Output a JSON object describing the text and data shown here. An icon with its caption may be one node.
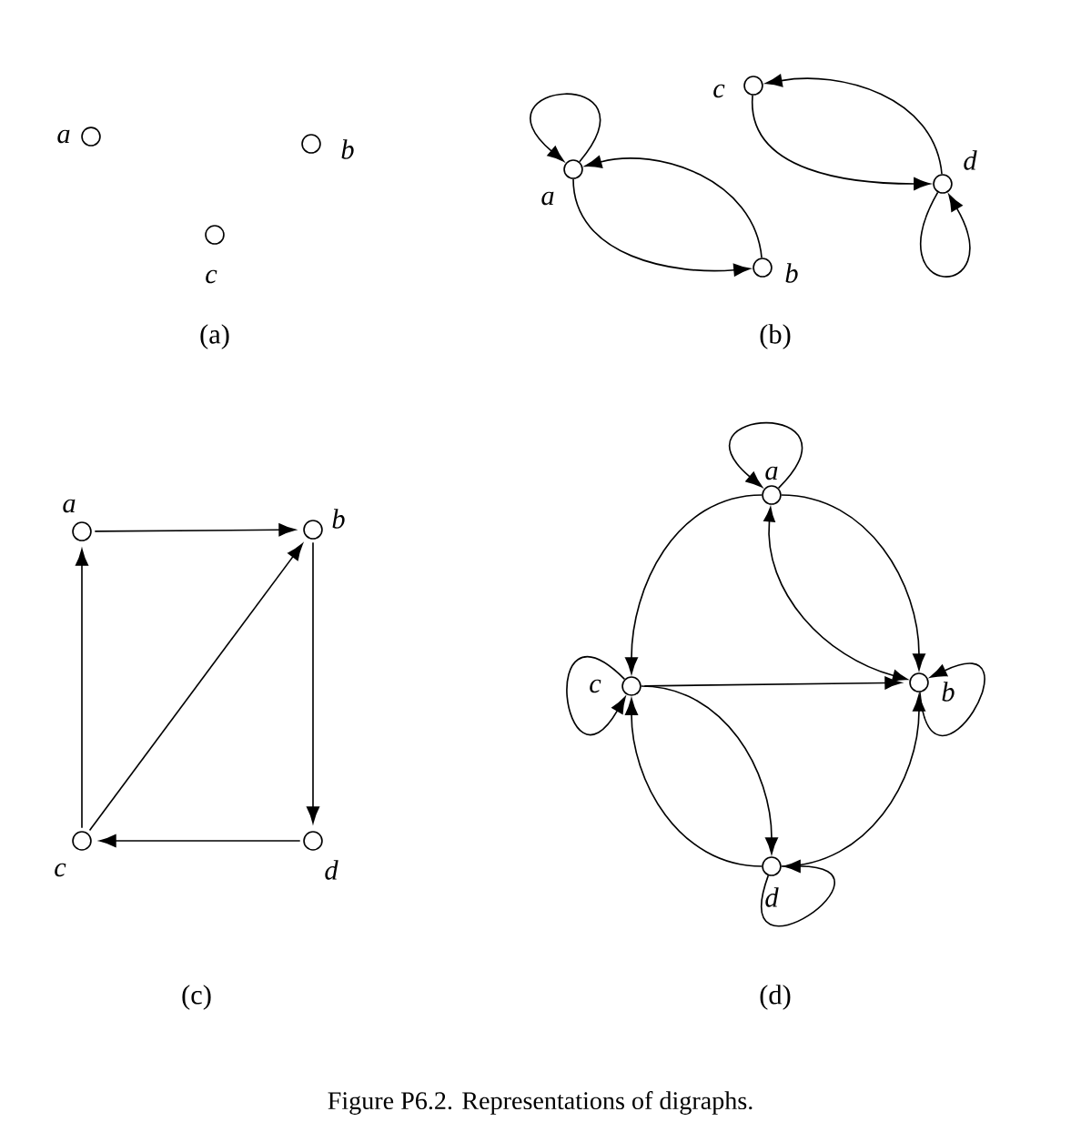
{
  "diagram": {
    "caption": "Figure P6.2.    Representations of digraphs.",
    "nodes": [
      {
        "text": [],
        "shape": "circle",
        "beside": [
          "a"
        ]
      },
      {
        "text": [],
        "shape": "circle",
        "beside": [
          "b"
        ]
      },
      {
        "text": [],
        "shape": "circle",
        "beside": [
          "c"
        ]
      },
      {
        "text": [],
        "shape": "circle",
        "beside": [
          "a"
        ]
      },
      {
        "text": [],
        "shape": "circle",
        "beside": [
          "b"
        ]
      },
      {
        "text": [],
        "shape": "circle",
        "beside": [
          "c"
        ]
      },
      {
        "text": [],
        "shape": "circle",
        "beside": [
          "d"
        ]
      },
      {
        "text": [],
        "shape": "circle",
        "beside": [
          "a"
        ]
      },
      {
        "text": [],
        "shape": "circle",
        "beside": [
          "b"
        ]
      },
      {
        "text": [],
        "shape": "circle",
        "beside": [
          "c"
        ]
      },
      {
        "text": [],
        "shape": "circle",
        "beside": [
          "d"
        ]
      },
      {
        "text": [],
        "shape": "circle",
        "beside": [
          "a"
        ]
      },
      {
        "text": [],
        "shape": "circle",
        "beside": [
          "b"
        ]
      },
      {
        "text": [],
        "shape": "circle",
        "beside": [
          "c"
        ]
      },
      {
        "text": [],
        "shape": "circle",
        "beside": [
          "d"
        ]
      }
    ],
    "edges": [
      {
        "from": 3,
        "to": 3,
        "arrow": "to"
      },
      {
        "from": 4,
        "to": 3,
        "arrow": "to"
      },
      {
        "from": 3,
        "to": 4,
        "arrow": "to"
      },
      {
        "from": 6,
        "to": 5,
        "arrow": "to"
      },
      {
        "from": 5,
        "to": 6,
        "arrow": "to"
      },
      {
        "from": 6,
        "to": 6,
        "arrow": "to"
      },
      {
        "from": 7,
        "to": 8,
        "arrow": "to"
      },
      {
        "from": 9,
        "to": 7,
        "arrow": "to"
      },
      {
        "from": 9,
        "to": 8,
        "arrow": "to"
      },
      {
        "from": 8,
        "to": 10,
        "arrow": "to"
      },
      {
        "from": 10,
        "to": 9,
        "arrow": "to"
      },
      {
        "from": 11,
        "to": 11,
        "arrow": "to"
      },
      {
        "from": 11,
        "to": 13,
        "arrow": "to"
      },
      {
        "from": 11,
        "to": 12,
        "arrow": "to"
      },
      {
        "from": 11,
        "to": 12,
        "arrow": "both"
      },
      {
        "from": 12,
        "to": 12,
        "arrow": "to"
      },
      {
        "from": 13,
        "to": 13,
        "arrow": "to"
      },
      {
        "from": 13,
        "to": 12,
        "arrow": "to"
      },
      {
        "from": 13,
        "to": 14,
        "arrow": "to"
      },
      {
        "from": 14,
        "to": 13,
        "arrow": "to"
      },
      {
        "from": 14,
        "to": 12,
        "arrow": "to"
      },
      {
        "from": 14,
        "to": 14,
        "arrow": "to"
      }
    ],
    "labels": [
      "(a)",
      "(b)",
      "(c)",
      "(d)"
    ]
  }
}
